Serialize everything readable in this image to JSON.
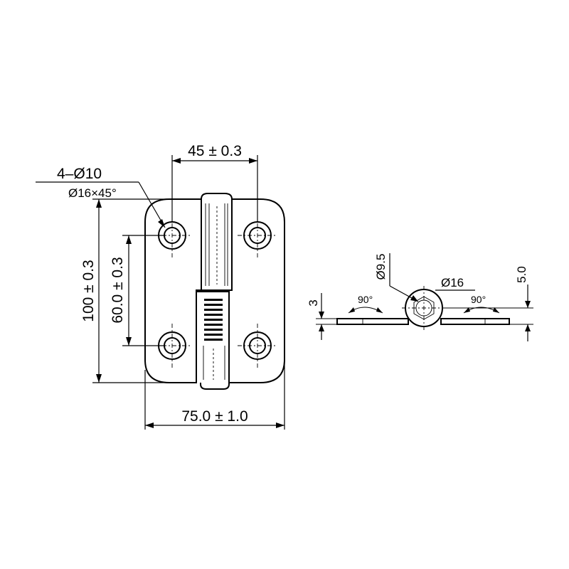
{
  "front_view": {
    "dim_hole_spacing": "45 ± 0.3",
    "dim_holes_count": "4–Ø10",
    "dim_countersink": "Ø16×45°",
    "dim_height": "100 ± 0.3",
    "dim_hole_vertical": "60.0 ± 0.3",
    "dim_width": "75.0 ± 1.0"
  },
  "side_view": {
    "dim_pin": "Ø9.5",
    "dim_knuckle": "Ø16",
    "dim_thickness": "3",
    "dim_total_thickness": "5.0",
    "angle_left": "90°",
    "angle_right": "90°"
  }
}
